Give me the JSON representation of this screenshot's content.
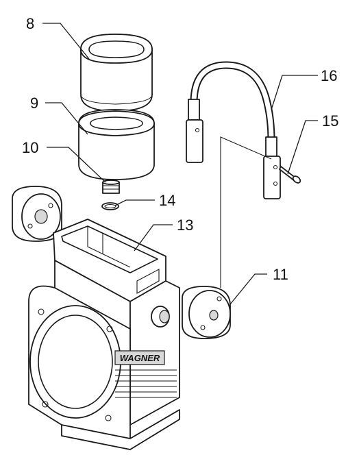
{
  "callouts": {
    "c8": "8",
    "c9": "9",
    "c10": "10",
    "c14": "14",
    "c13": "13",
    "c16": "16",
    "c15": "15",
    "c11": "11"
  },
  "logo_text": "WAGNER",
  "colors": {
    "line": "#1a1a1a",
    "background": "#ffffff",
    "shade": "#d8d8d8"
  }
}
